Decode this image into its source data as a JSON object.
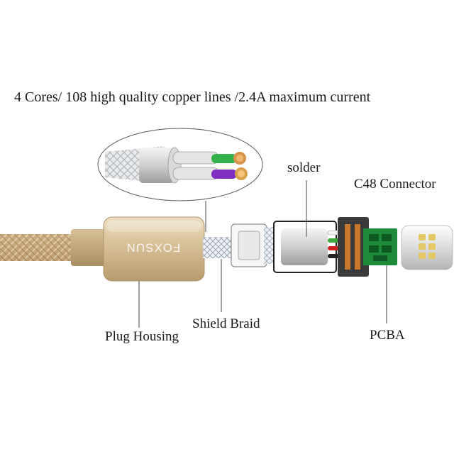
{
  "headline": "4 Cores/ 108 high quality copper lines /2.4A maximum current",
  "brand_mark": "FOXSUN",
  "labels": {
    "solder": "solder",
    "connector": "C48 Connector",
    "plug_housing": "Plug Housing",
    "shield_braid": "Shield Braid",
    "pcba": "PCBA"
  },
  "colors": {
    "housing_gold": "#d9c39a",
    "braid_gold": "#c9a97a",
    "pcb_green": "#1f8a3a",
    "connector_dark": "#3a3a3a",
    "lightning_silver": "#e6e6e6",
    "wire_green": "#3aa83a",
    "wire_purple": "#8a3ac8",
    "wire_red": "#d02020",
    "wire_white": "#f2f2f2"
  }
}
